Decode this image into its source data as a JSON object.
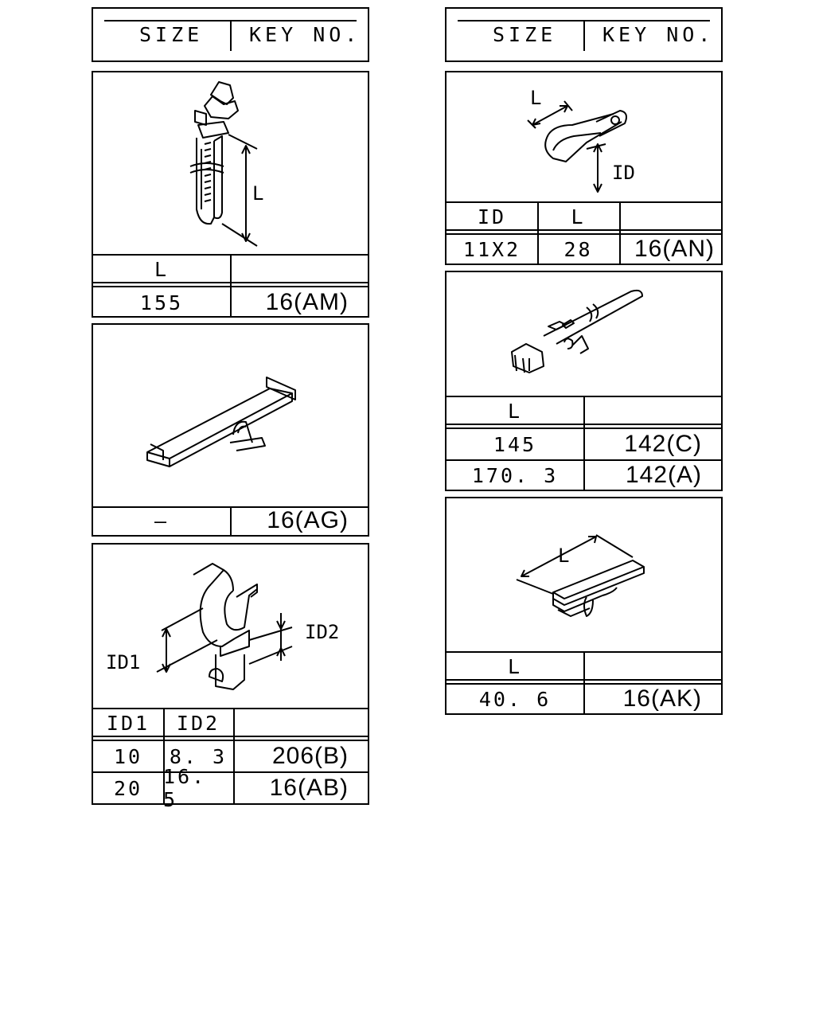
{
  "header": {
    "size_label": "SIZE",
    "key_label": "KEY NO."
  },
  "left": {
    "am": {
      "dim_label": "L",
      "col_header": "L",
      "rows": [
        {
          "size": "155",
          "key": "16(AM)"
        }
      ]
    },
    "ag": {
      "rows": [
        {
          "size": "—",
          "key": "16(AG)"
        }
      ]
    },
    "ab": {
      "dim_labels": {
        "id1": "ID1",
        "id2": "ID2"
      },
      "col_headers": [
        "ID1",
        "ID2"
      ],
      "rows": [
        {
          "id1": "10",
          "id2": "8. 3",
          "key": "206(B)"
        },
        {
          "id1": "20",
          "id2": "16. 5",
          "key": "16(AB)"
        }
      ]
    }
  },
  "right": {
    "an": {
      "dim_labels": {
        "l": "L",
        "id": "ID"
      },
      "col_headers": [
        "ID",
        "L"
      ],
      "rows": [
        {
          "id": "11X2",
          "l": "28",
          "key": "16(AN)"
        }
      ]
    },
    "c": {
      "col_header": "L",
      "rows": [
        {
          "size": "145",
          "key": "142(C)"
        },
        {
          "size": "170. 3",
          "key": "142(A)"
        }
      ]
    },
    "ak": {
      "dim_label": "L",
      "col_header": "L",
      "rows": [
        {
          "size": "40. 6",
          "key": "16(AK)"
        }
      ]
    }
  }
}
